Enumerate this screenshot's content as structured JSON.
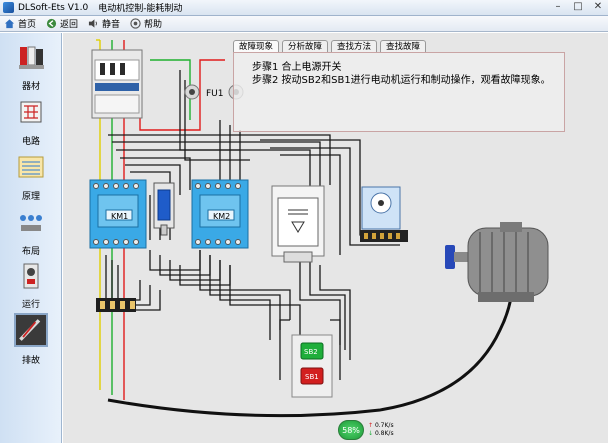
{
  "window": {
    "app_name": "DLSoft-Ets V1.0",
    "title": "电动机控制-能耗制动"
  },
  "toolbar": {
    "home": "首页",
    "back": "返回",
    "mute": "静音",
    "help": "帮助"
  },
  "sidebar": {
    "items": [
      {
        "label": "器材"
      },
      {
        "label": "电路"
      },
      {
        "label": "原理"
      },
      {
        "label": "布局"
      },
      {
        "label": "运行"
      },
      {
        "label": "排故"
      }
    ]
  },
  "tabs": [
    "故障现象",
    "分析故障",
    "查找方法",
    "查找故障"
  ],
  "steps": [
    "步骤1 合上电源开关",
    "步骤2 按动SB2和SB1进行电动机运行和制动操作，观看故障现象。"
  ],
  "labels": {
    "fuse": "FU1",
    "contactor1": "KM1",
    "contactor2": "KM2",
    "button_start": "SB2",
    "button_stop": "SB1"
  },
  "status": {
    "percent": "58%",
    "speed1": "0.7K/s",
    "speed2": "0.8K/s"
  },
  "colors": {
    "canvas_bg": "#e6e6e6",
    "contactor_blue": "#3aa9e6",
    "button_green": "#1fae3b",
    "button_red": "#d21f1f",
    "wire_yellow": "#e0d000",
    "wire_green": "#1fb02f",
    "wire_red": "#e01c1c"
  }
}
